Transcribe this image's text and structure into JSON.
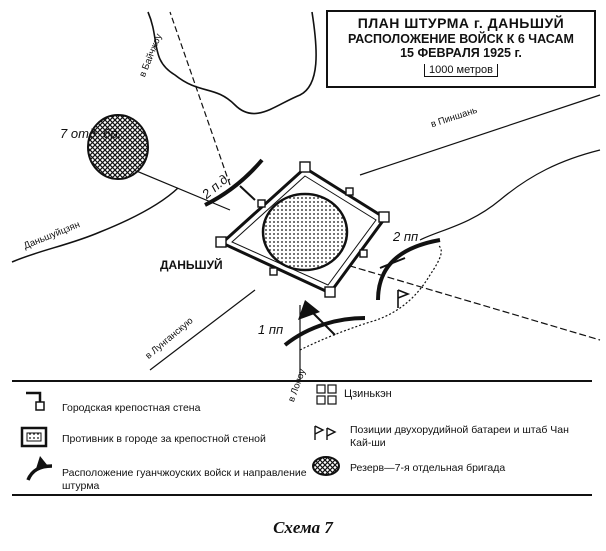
{
  "title": {
    "line1": "ПЛАН ШТУРМА г. ДАНЬШУЙ",
    "line2": "РАСПОЛОЖЕНИЕ ВОЙСК К 6 ЧАСАМ",
    "line3": "15 ФЕВРАЛЯ 1925 г.",
    "scale": "1000 метров"
  },
  "places": {
    "city": "ДАНЬШУЙ",
    "village": "Цзинькэн"
  },
  "roads": {
    "to_baizhou": "в Байчжоу",
    "to_pinshan": "в Пиншань",
    "to_lunganxiu": "в Лунганскую",
    "to_lopou": "в Лопоу",
    "danshuyan": "Даньшуйцзян"
  },
  "units": {
    "reserve": "7 отд. бр.",
    "unit_2pd": "2 п.д.",
    "unit_2pp": "2 пп",
    "unit_1pp": "1 пп"
  },
  "legend": {
    "wall": "Городская крепостная стена",
    "enemy": "Противник в городе за крепостной стеной",
    "troops": "Расположение гуанчжоуских войск и направление штурма",
    "battery": "Позиции двухорудийной батареи и штаб Чан Кай-ши",
    "reserve": "Резерв—7-я отдельная бригада"
  },
  "caption": "Схема 7",
  "icons": [
    "wall-icon",
    "enemy-icon",
    "attack-arrow-icon",
    "battery-flag-icon",
    "reserve-hatched-icon"
  ]
}
